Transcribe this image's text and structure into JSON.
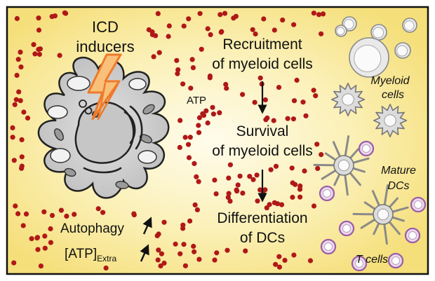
{
  "labels": {
    "icd_line1": "ICD",
    "icd_line2": "inducers",
    "atp": "ATP",
    "step1_line1": "Recruitment",
    "step1_line2": "of myeloid cells",
    "step2_line1": "Survival",
    "step2_line2": "of myeloid cells",
    "step3_line1": "Differentiation",
    "step3_line2": "of DCs",
    "myeloid_line1": "Myeloid",
    "myeloid_line2": "cells",
    "mature_line1": "Mature",
    "mature_line2": "DCs",
    "tcells": "T cells",
    "autophagy": "Autophagy",
    "atp_extra_main": "[ATP]",
    "atp_extra_sub": "Extra"
  },
  "colors": {
    "panel_yellow": "#f7e58c",
    "panel_center": "#fffbe8",
    "atp_dot": "#b01818",
    "cell_gray": "#d7d7d7",
    "nucleus_gray": "#c4c4c4",
    "lightning_fill": "#f9c07a",
    "lightning_stroke": "#ee7a2a",
    "tcell_outline": "#9c5ca6",
    "tcell_fill": "#e9d9ec",
    "outline": "#222222"
  },
  "icons": [
    "lightning-bolt-icon",
    "down-arrow-icon",
    "up-arrow-icon"
  ]
}
